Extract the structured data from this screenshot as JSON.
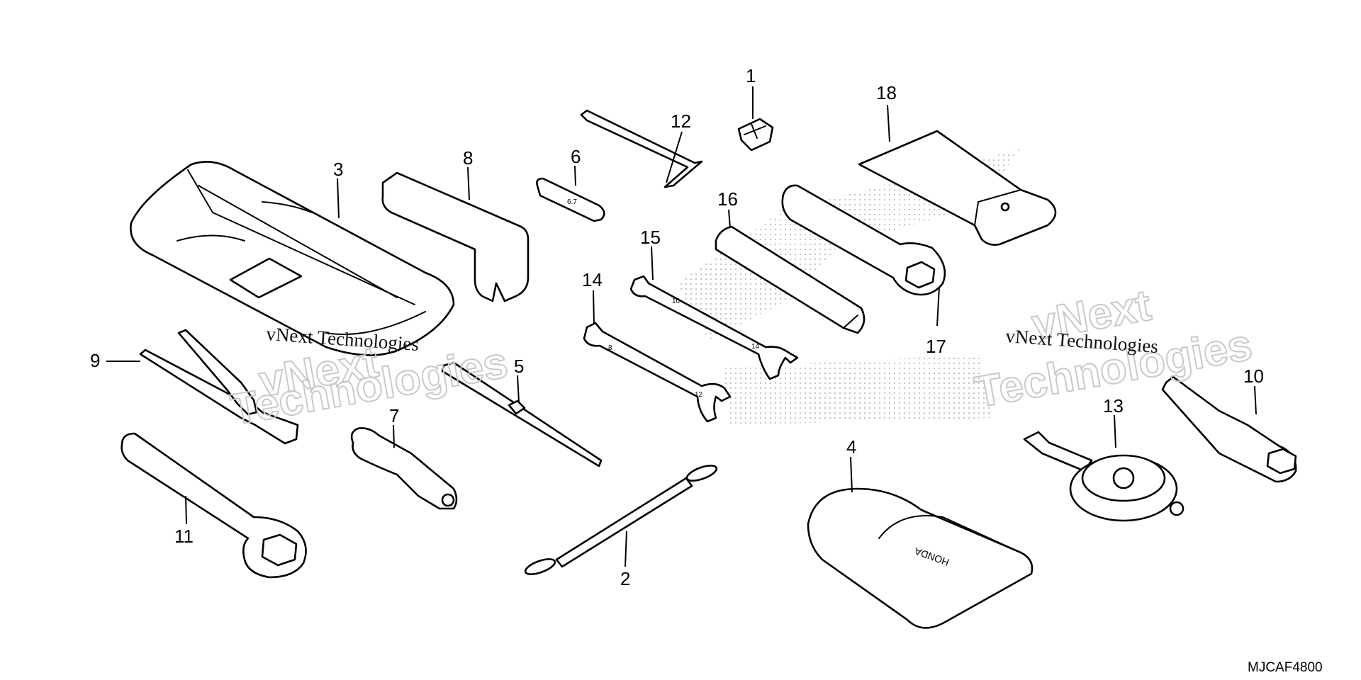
{
  "diagram": {
    "code": "MJCAF4800",
    "callouts": {
      "c1": "1",
      "c2": "2",
      "c3": "3",
      "c4": "4",
      "c5": "5",
      "c6": "6",
      "c7": "7",
      "c8": "8",
      "c9": "9",
      "c10": "10",
      "c11": "11",
      "c12": "12",
      "c13": "13",
      "c14": "14",
      "c15": "15",
      "c16": "16",
      "c17": "17",
      "c18": "18"
    },
    "watermark": {
      "line_a": "vNext",
      "line_b": "Technologies",
      "full": "vNext Technologies"
    },
    "part_marks": {
      "pliers_text": "6.7",
      "wrench14_a": "8",
      "wrench14_b": "12",
      "wrench15_a": "10",
      "wrench15_b": "14",
      "pouch_logo": "HONDA"
    },
    "colors": {
      "line": "#000000",
      "background": "#ffffff",
      "watermark_grey": "#c9c9c9"
    }
  }
}
